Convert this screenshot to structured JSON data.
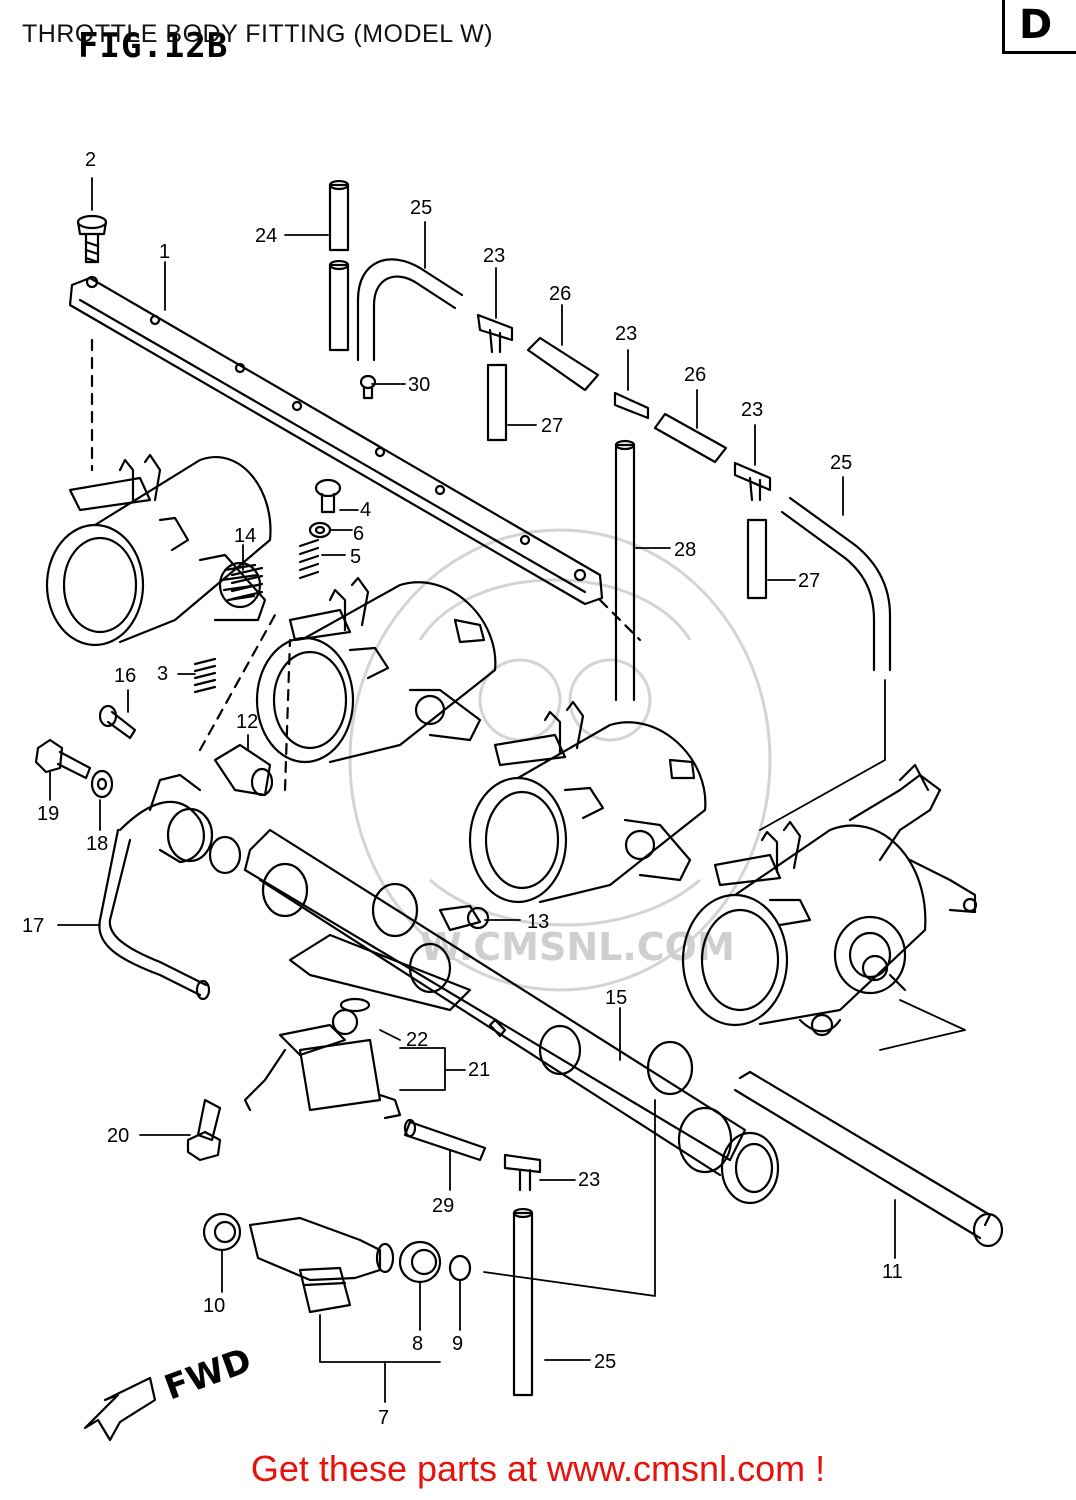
{
  "header": {
    "title": "THROTTLE BODY FITTING (MODEL W)",
    "fig": "FIG.12B",
    "section": "D"
  },
  "watermark": "W.CMSNL.COM",
  "footer": "Get these parts at www.cmsnl.com !",
  "direction_label": "FWD",
  "callouts": [
    "1",
    "2",
    "3",
    "4",
    "5",
    "6",
    "7",
    "8",
    "9",
    "10",
    "11",
    "12",
    "13",
    "14",
    "15",
    "16",
    "17",
    "18",
    "19",
    "20",
    "21",
    "22",
    "23",
    "24",
    "25",
    "26",
    "27",
    "28",
    "29",
    "30"
  ],
  "colors": {
    "ink": "#000000",
    "footer": "#e8120c",
    "watermark": "#cfcfcf"
  }
}
